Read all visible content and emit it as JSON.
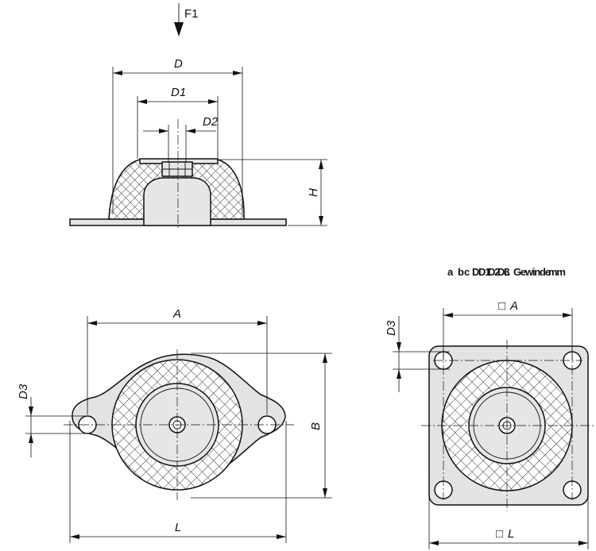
{
  "labels": {
    "force": "F1",
    "d": "D",
    "d1": "D1",
    "d2": "D2",
    "h": "H",
    "a": "A",
    "b": "B",
    "d3_left": "D3",
    "l_left": "L",
    "a_square": "A",
    "d3_right": "D3",
    "l_square": "L",
    "square_symbol": "□"
  },
  "overprinted_text": [
    "a",
    "b",
    "c",
    "D",
    "D1",
    "D2",
    "D3",
    "L",
    "Gewinde",
    "mm"
  ]
}
